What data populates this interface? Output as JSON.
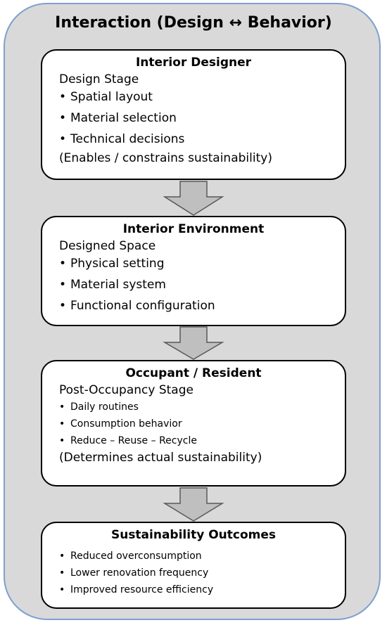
{
  "title": "Interaction (Design ↔ Behavior)",
  "boxes": [
    {
      "title": "Interior Designer",
      "subtitle": "Design Stage",
      "items": [
        "Spatial layout",
        "Material selection",
        "Technical decisions"
      ],
      "note": "(Enables / constrains sustainability)"
    },
    {
      "title": "Interior Environment",
      "subtitle": "Designed Space",
      "items": [
        "Physical setting",
        "Material system",
        "Functional configuration"
      ]
    },
    {
      "title": "Occupant / Resident",
      "subtitle": "Post-Occupancy Stage",
      "items": [
        "Daily routines",
        "Consumption behavior",
        "Reduce – Reuse – Recycle"
      ],
      "note": "(Determines actual sustainability)"
    },
    {
      "title": "Sustainability Outcomes",
      "items": [
        "Reduced overconsumption",
        "Lower renovation frequency",
        "Improved resource efficiency"
      ]
    }
  ],
  "colors": {
    "container_fill": "#d9d9d9",
    "container_border": "#7f9fcf",
    "box_fill": "#ffffff",
    "arrow_fill": "#bfbfbf",
    "arrow_stroke": "#595959"
  }
}
